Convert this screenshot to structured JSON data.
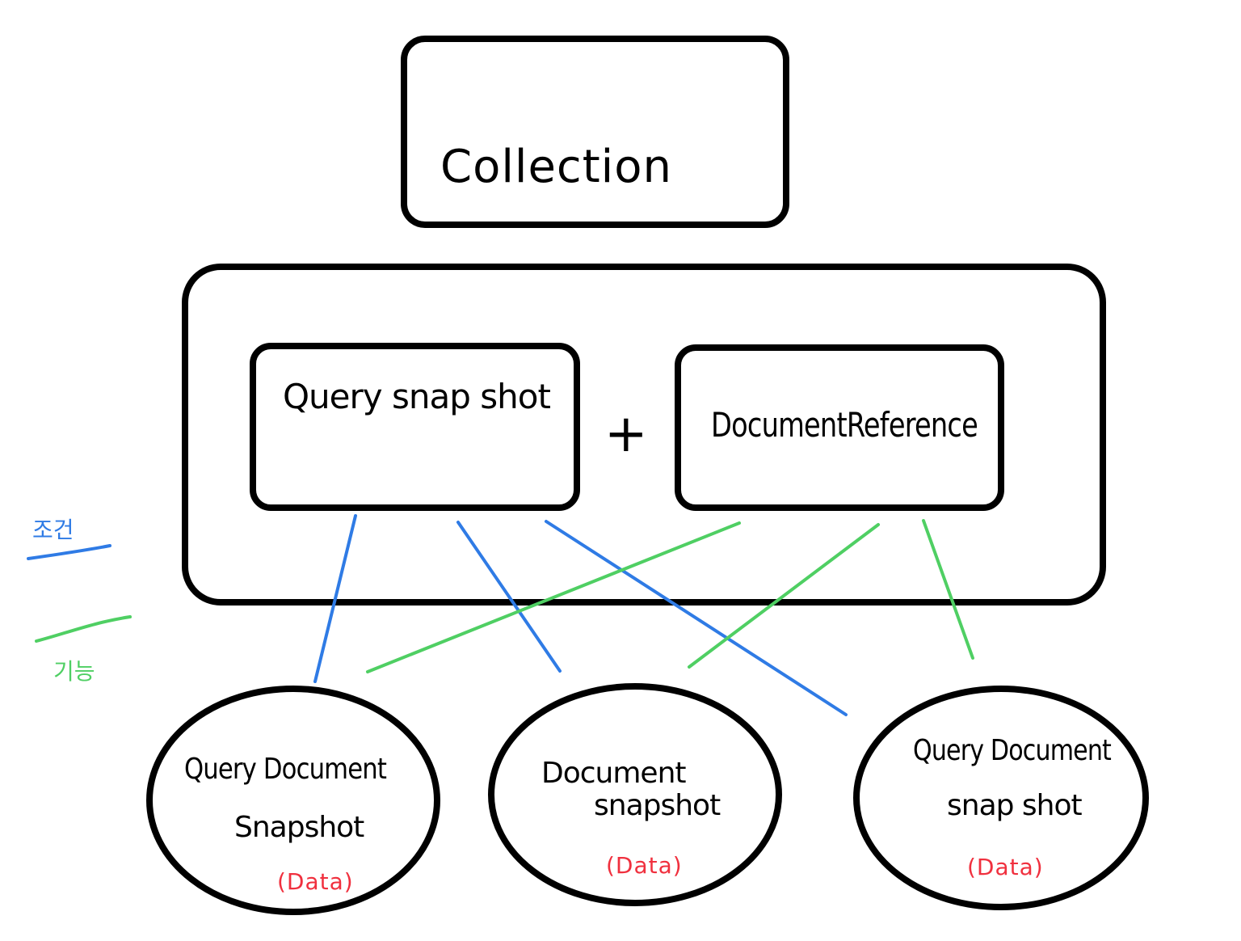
{
  "colors": {
    "ink": "#000000",
    "condition": "#2f7be5",
    "feature": "#4fcf63",
    "data": "#f0303e"
  },
  "collection": {
    "label": "Collection"
  },
  "group": {
    "query_snapshot": {
      "label": "Query snap shot"
    },
    "plus": {
      "label": "+"
    },
    "document_reference": {
      "label": "DocumentReference"
    }
  },
  "legend": {
    "condition": {
      "label": "조건"
    },
    "feature": {
      "label": "기능"
    }
  },
  "nodes": [
    {
      "line1": "Query Document",
      "line2": "Snapshot",
      "data_label": "(Data)"
    },
    {
      "line1": "Document",
      "line2": "snapshot",
      "data_label": "(Data)"
    },
    {
      "line1": "Query Document",
      "line2": "snap shot",
      "data_label": "(Data)"
    }
  ]
}
